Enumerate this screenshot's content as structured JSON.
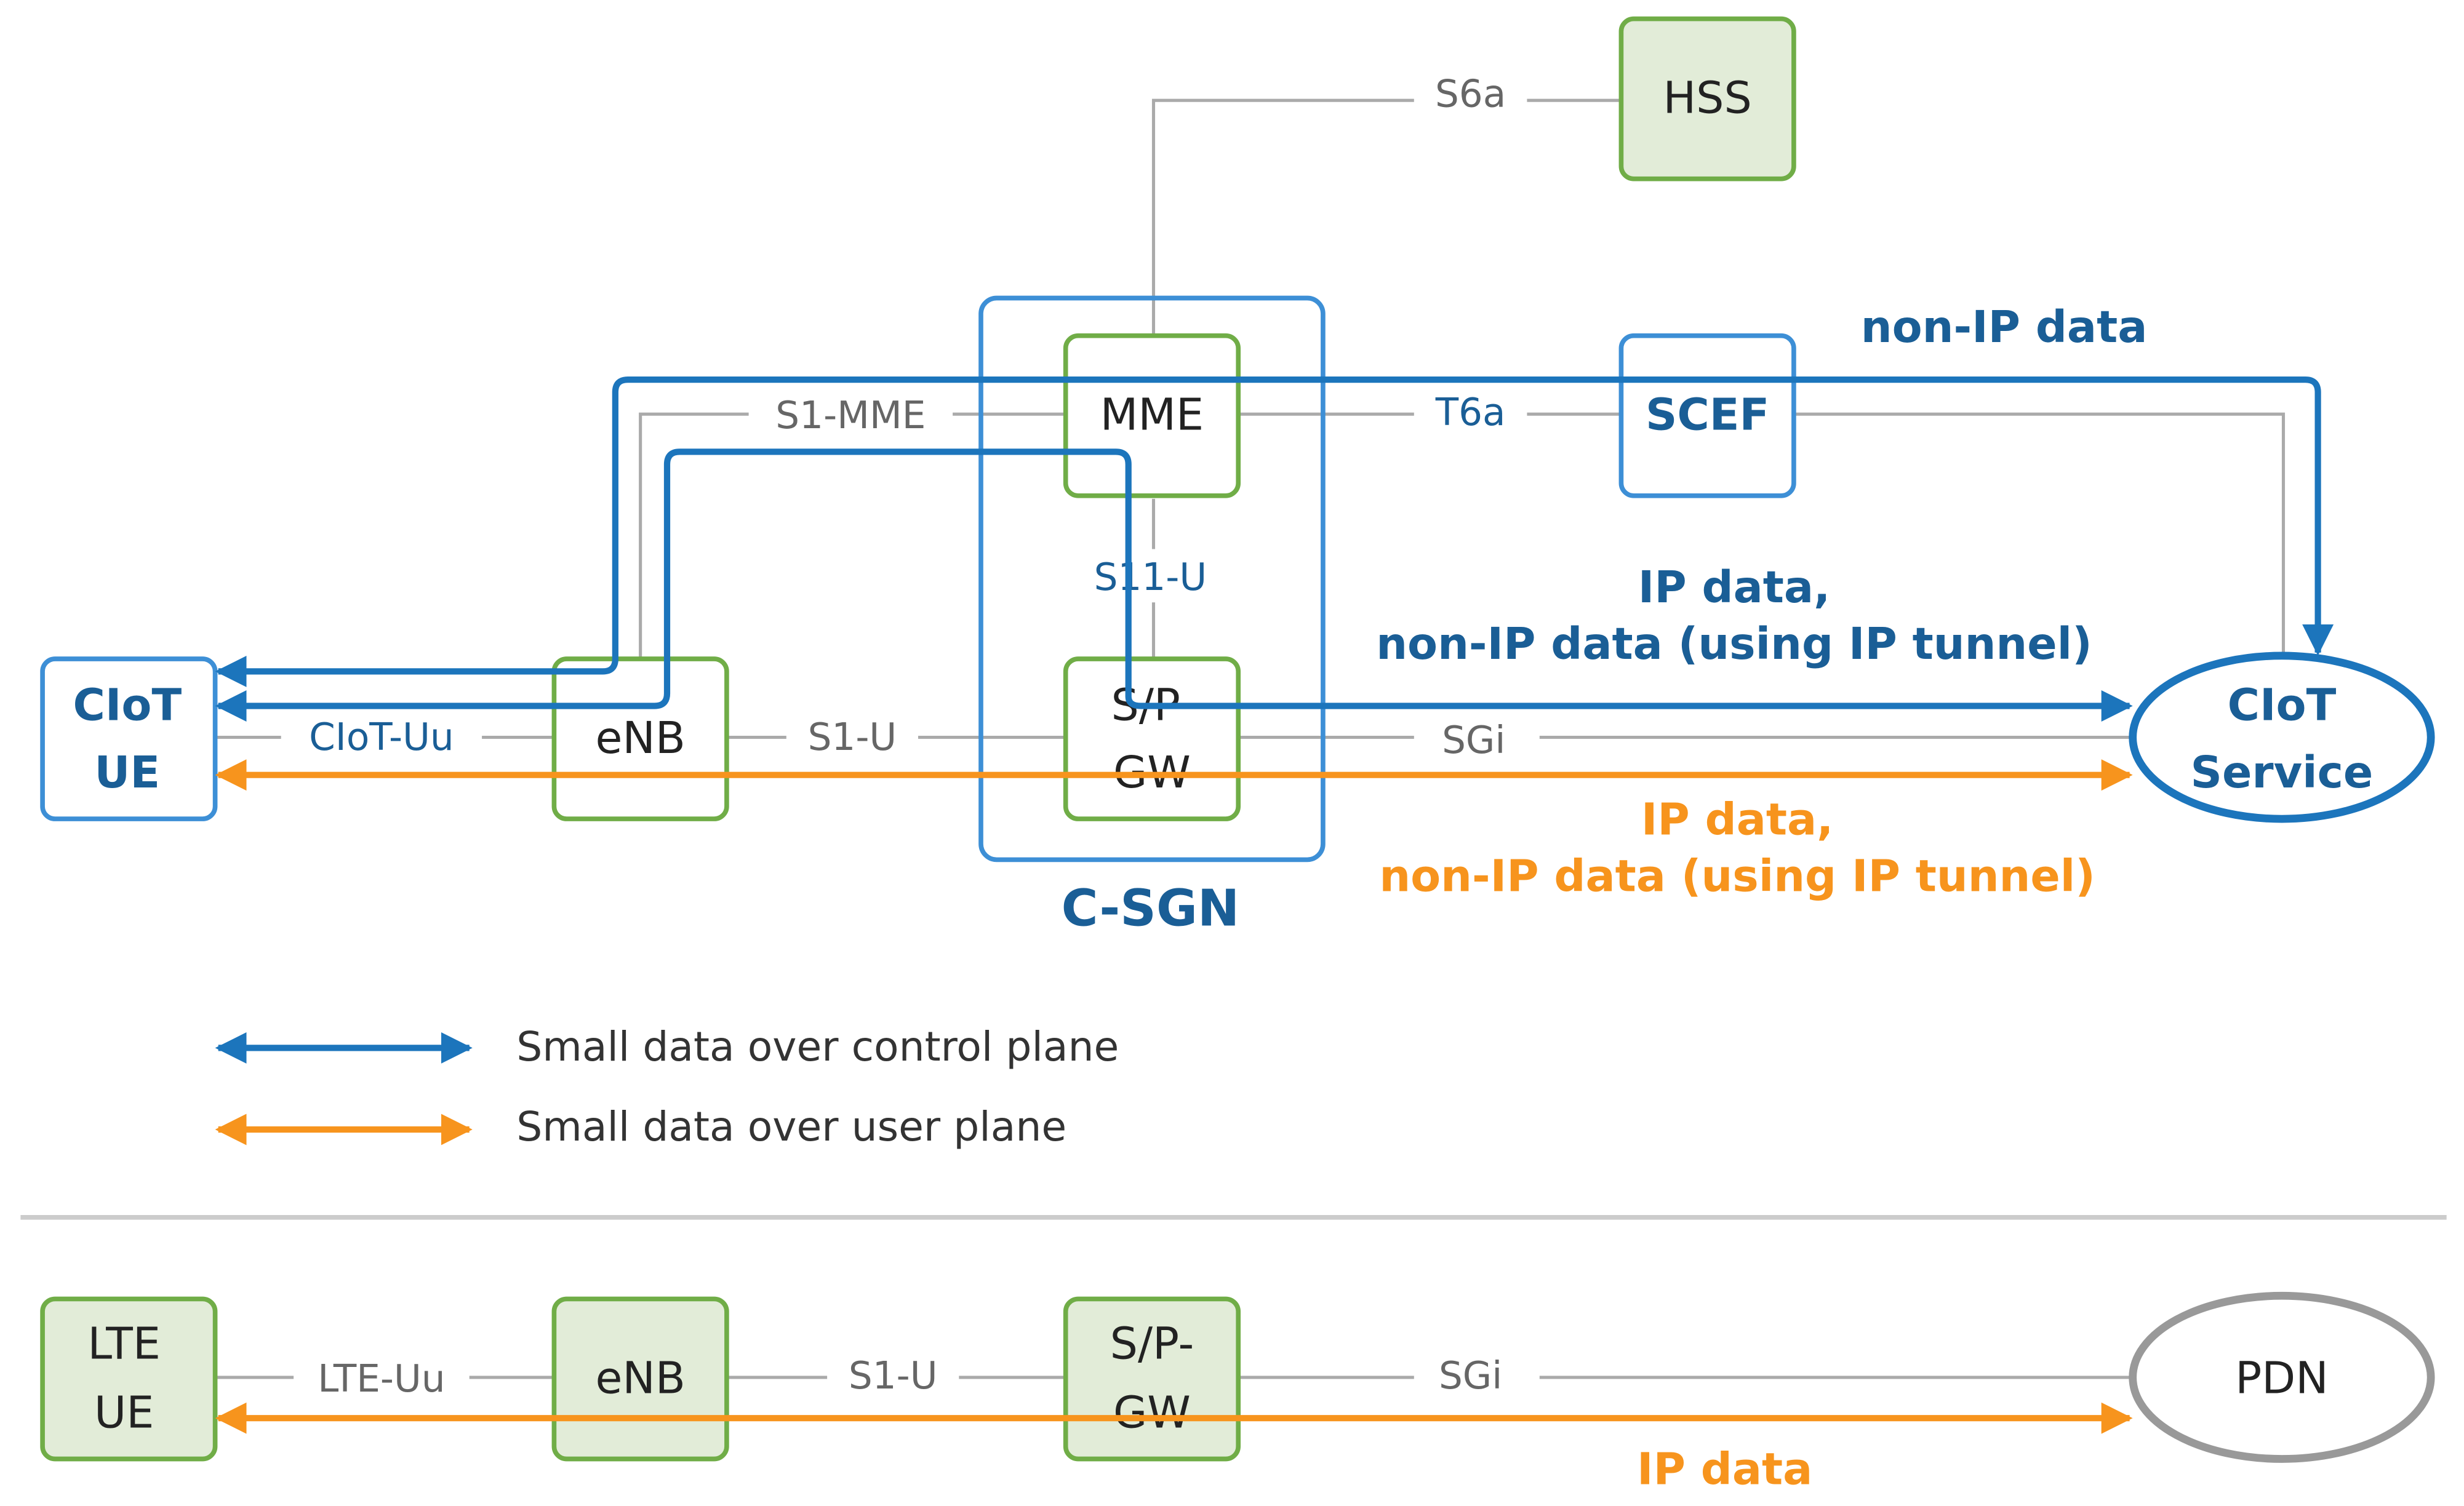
{
  "colors": {
    "blue": "#1c75bc",
    "blue_box": "#3d8fd6",
    "dark_blue": "#1a5e96",
    "orange": "#f7941d",
    "green_border": "#70ad47",
    "green_fill": "#e2ecd8",
    "gray_line": "#aaaaaa",
    "gray_text": "#666666",
    "black": "#222222",
    "pdn_border": "#999999"
  },
  "top": {
    "nodes": {
      "ciot_ue": [
        "CIoT",
        "UE"
      ],
      "enb": "eNB",
      "mme": "MME",
      "sgw": [
        "S/P",
        "GW"
      ],
      "hss": "HSS",
      "scef": "SCEF",
      "ciot_service": [
        "CIoT",
        "Service"
      ],
      "csgn": "C-SGN"
    },
    "interfaces": {
      "s6a": "S6a",
      "s1_mme": "S1-MME",
      "t6a": "T6a",
      "s11_u": "S11-U",
      "ciot_uu": "CIoT-Uu",
      "s1_u": "S1-U",
      "sgi": "SGi"
    },
    "flow_labels": {
      "non_ip": "non-IP data",
      "ip_cp_1": "IP data,",
      "ip_cp_2": "non-IP data (using IP tunnel)",
      "ip_up_1": "IP data,",
      "ip_up_2": "non-IP data (using IP tunnel)"
    }
  },
  "legend": {
    "control_plane": "Small data over control plane",
    "user_plane": "Small data over user plane"
  },
  "bottom": {
    "nodes": {
      "lte_ue": [
        "LTE",
        "UE"
      ],
      "enb": "eNB",
      "sgw": [
        "S/P-",
        "GW"
      ],
      "pdn": "PDN"
    },
    "interfaces": {
      "lte_uu": "LTE-Uu",
      "s1_u": "S1-U",
      "sgi": "SGi"
    },
    "flow_label": "IP data"
  }
}
